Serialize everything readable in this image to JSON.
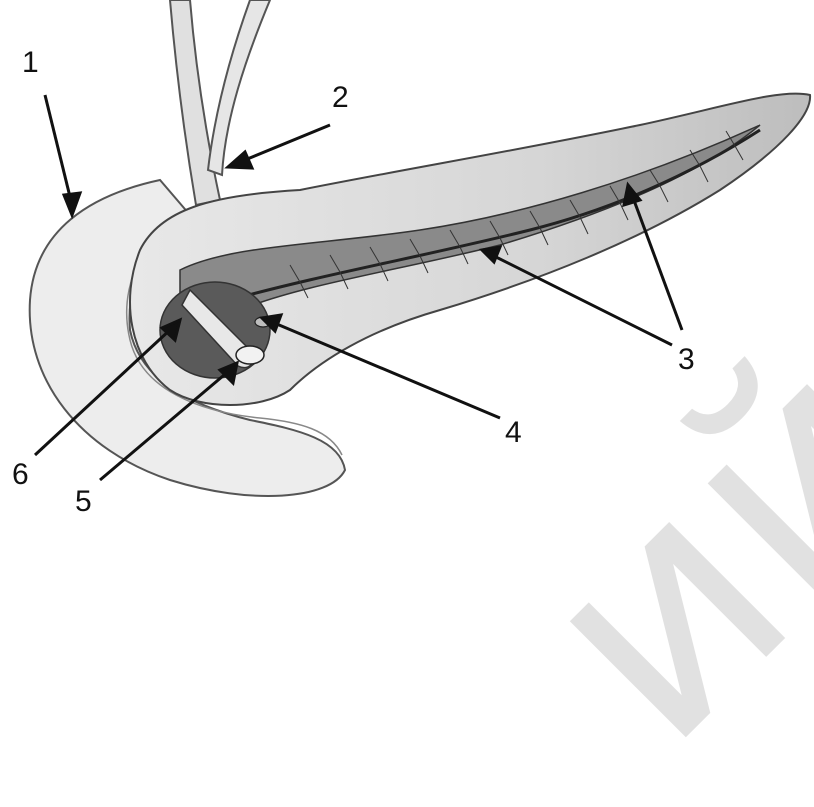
{
  "callouts": [
    {
      "id": "1",
      "label": "1"
    },
    {
      "id": "2",
      "label": "2"
    },
    {
      "id": "3",
      "label": "3"
    },
    {
      "id": "4",
      "label": "4"
    },
    {
      "id": "5",
      "label": "5"
    },
    {
      "id": "6",
      "label": "6"
    }
  ],
  "watermark": {
    "text": "ий Гр"
  },
  "colors": {
    "ink": "#111111",
    "tissue_light": "#f2f2f2",
    "tissue_mid": "#cfcfcf",
    "tissue_dark": "#4a4a4a",
    "watermark": "#aaaaaa"
  }
}
